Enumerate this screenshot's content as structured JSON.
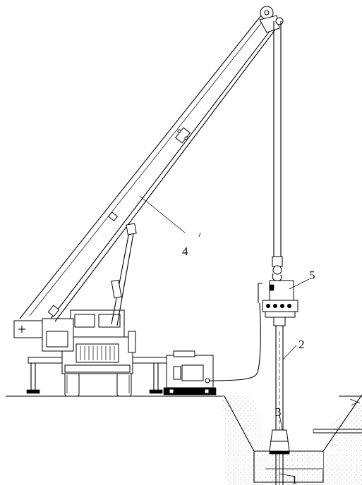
{
  "figure": {
    "callouts": {
      "c1": "1",
      "c2": "2",
      "c3": "3",
      "c4": "4",
      "c5": "5"
    }
  },
  "colors": {
    "ink": "#000000",
    "paper": "#ffffff",
    "soil_stipple": "#9a9a9a"
  }
}
